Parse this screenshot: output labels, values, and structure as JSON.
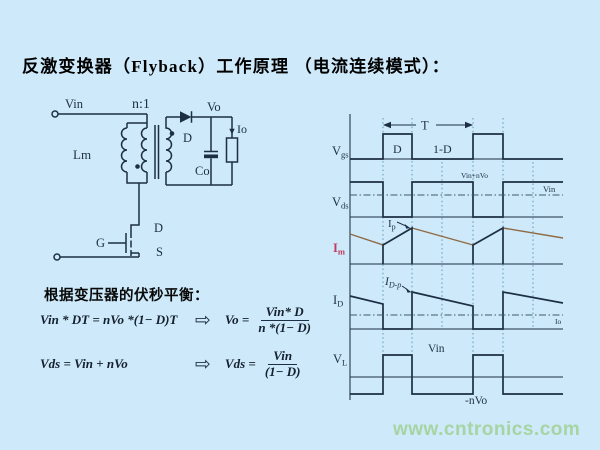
{
  "title": "反激变换器（Flyback）工作原理 （电流连续模式）：",
  "watermark": "www.cntronics.com",
  "circuit": {
    "vin_label": "Vin",
    "turns_ratio": "n:1",
    "vo_label": "Vo",
    "io_label": "Io",
    "lm_label": "Lm",
    "diode_label": "D",
    "cap_label": "Co",
    "gate_label": "G",
    "drain_label": "D",
    "source_label": "S"
  },
  "analysis": {
    "heading": "根据变压器的伏秒平衡：",
    "arrow": "⇨",
    "eq1_lhs": "Vin * DT = nVo *(1− D)T",
    "eq1_result": "Vo =",
    "eq1_num": "Vin* D",
    "eq1_den": "n *(1− D)",
    "eq2_lhs": "Vds = Vin + nVo",
    "eq2_result": "Vds =",
    "eq2_num": "Vin",
    "eq2_den": "(1− D)"
  },
  "waveforms": {
    "vgs": {
      "main": "V",
      "sub": "gs"
    },
    "vds": {
      "main": "V",
      "sub": "ds"
    },
    "im": {
      "main": "I",
      "sub": "m"
    },
    "id": {
      "main": "I",
      "sub": "D"
    },
    "vl": {
      "main": "V",
      "sub": "L"
    },
    "period": "T",
    "duty_on": "D",
    "duty_off": "1-D",
    "vds_high": "Vin+nVo",
    "vds_ref": "Vin",
    "ip": {
      "main": "I",
      "sub": "p"
    },
    "idp": {
      "main": "I",
      "sub": "D-p"
    },
    "io_ref": "Io",
    "vl_high": "Vin",
    "vl_low": "-nVo"
  },
  "colors": {
    "background": "#cde9fa",
    "line": "#1d2f42",
    "im_label": "#c23a60",
    "im_secondary_trace": "#8f6a45",
    "grid": "#5b9bb0",
    "watermark": "#a6d4a2"
  }
}
